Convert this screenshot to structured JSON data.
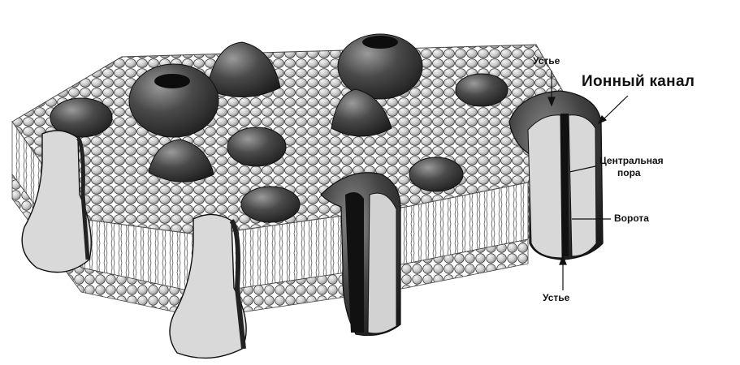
{
  "labels": {
    "ion_channel": "Ионный канал",
    "mouth_top": "Устье",
    "central_pore_line1": "Центральная",
    "central_pore_line2": "пора",
    "gate": "Ворота",
    "mouth_bottom": "Устье"
  },
  "colors": {
    "protein_dark": "#2e2e2e",
    "protein_mid": "#5a5a5a",
    "protein_light": "#a9a9a9",
    "lipid_head": "#d4d4d4",
    "lipid_outline": "#3a3a3a",
    "channel_cut": "#cfcfcf",
    "text": "#111111"
  }
}
